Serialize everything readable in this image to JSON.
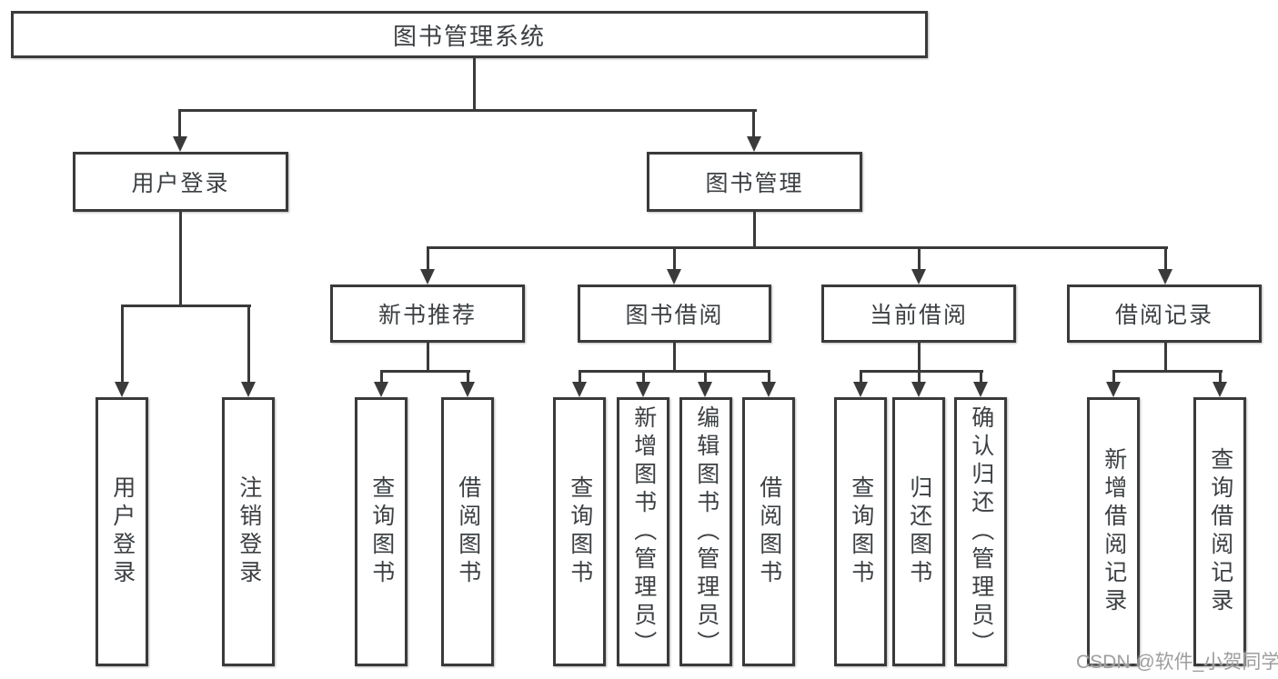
{
  "diagram_title": "图书管理系统",
  "nodes": {
    "root": "图书管理系统",
    "user_login": "用户登录",
    "book_management": "图书管理",
    "new_book_recommend": "新书推荐",
    "book_borrowing": "图书借阅",
    "current_borrowing": "当前借阅",
    "borrowing_records": "借阅记录",
    "user_login_leaf": "用户登录",
    "logout": "注销登录",
    "nb_query_books": "查询图书",
    "nb_borrow_books": "借阅图书",
    "bb_query_books": "查询图书",
    "bb_add_books_admin": "新增图书（管理员）",
    "bb_edit_books_admin": "编辑图书（管理员）",
    "bb_borrow_books": "借阅图书",
    "cb_query_books": "查询图书",
    "cb_return_books": "归还图书",
    "cb_confirm_return_admin": "确认归还（管理员）",
    "br_add_record": "新增借阅记录",
    "br_query_record": "查询借阅记录"
  },
  "structure": {
    "图书管理系统": {
      "用户登录": [
        "用户登录",
        "注销登录"
      ],
      "图书管理": {
        "新书推荐": [
          "查询图书",
          "借阅图书"
        ],
        "图书借阅": [
          "查询图书",
          "新增图书（管理员）",
          "编辑图书（管理员）",
          "借阅图书"
        ],
        "当前借阅": [
          "查询图书",
          "归还图书",
          "确认归还（管理员）"
        ],
        "借阅记录": [
          "新增借阅记录",
          "查询借阅记录"
        ]
      }
    }
  },
  "watermark": "CSDN @软件_小贺同学",
  "colors": {
    "stroke": "#3a3a3a",
    "text": "#3c4043",
    "watermark": "#9e9e9e",
    "background": "#ffffff"
  }
}
